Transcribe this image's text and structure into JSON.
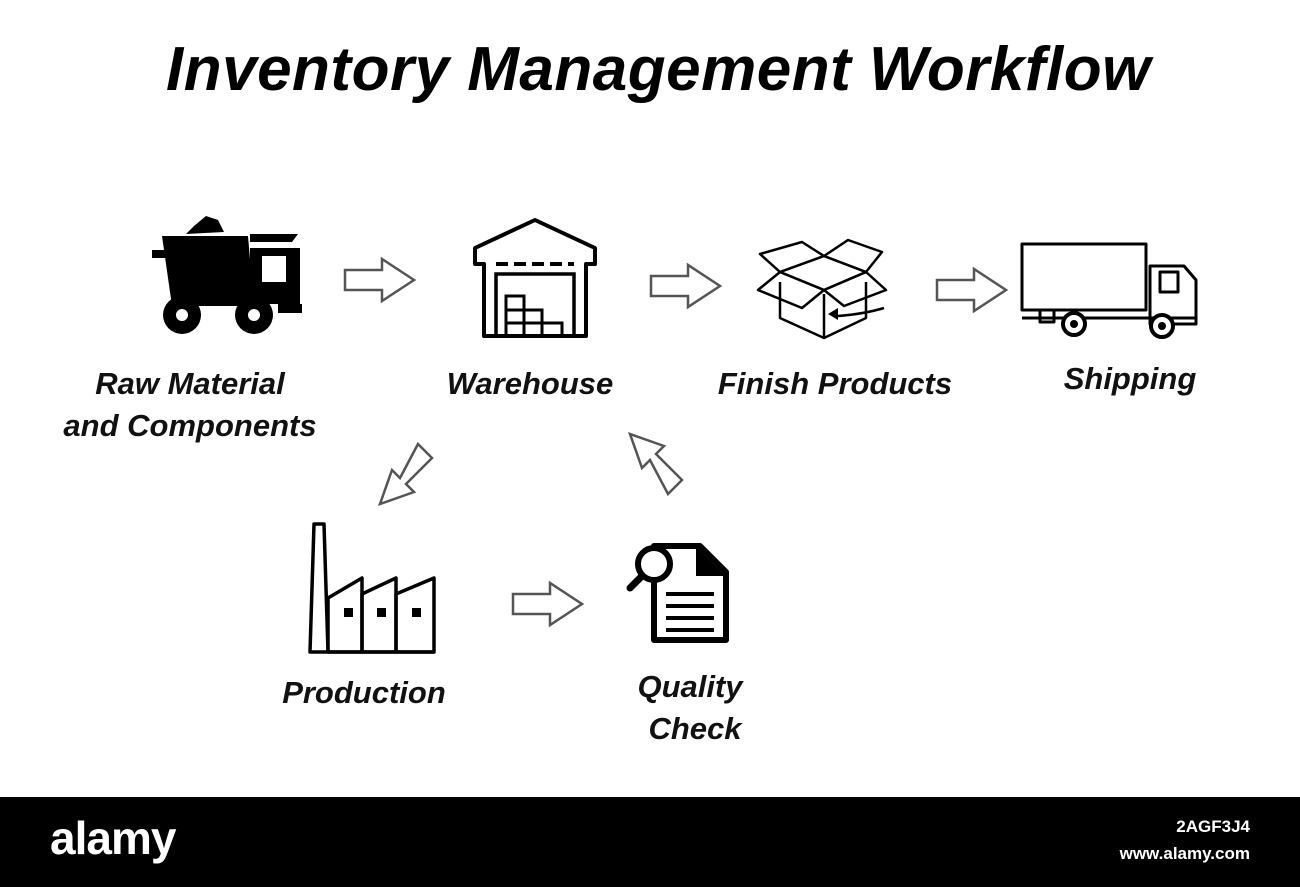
{
  "title": "Inventory Management Workflow",
  "nodes": {
    "raw_material": {
      "label_line1": "Raw Material",
      "label_line2": "and Components",
      "icon": "dump-truck-icon"
    },
    "warehouse": {
      "label": "Warehouse",
      "icon": "warehouse-icon"
    },
    "finish_products": {
      "label": "Finish Products",
      "icon": "open-box-icon"
    },
    "shipping": {
      "label": "Shipping",
      "icon": "delivery-truck-icon"
    },
    "production": {
      "label": "Production",
      "icon": "factory-icon"
    },
    "quality_check": {
      "label_line1": "Quality",
      "label_line2": "Check",
      "icon": "document-search-icon"
    }
  },
  "flow": [
    [
      "Raw Material and Components",
      "Warehouse"
    ],
    [
      "Warehouse",
      "Finish Products"
    ],
    [
      "Finish Products",
      "Shipping"
    ],
    [
      "Warehouse",
      "Production"
    ],
    [
      "Production",
      "Quality Check"
    ],
    [
      "Quality Check",
      "Warehouse"
    ]
  ],
  "watermark": {
    "brand": "alamy",
    "image_id": "2AGF3J4",
    "site": "www.alamy.com"
  },
  "colors": {
    "ink": "#000000",
    "background": "#ffffff",
    "arrow_fill": "#ffffff",
    "arrow_stroke": "#555555"
  }
}
